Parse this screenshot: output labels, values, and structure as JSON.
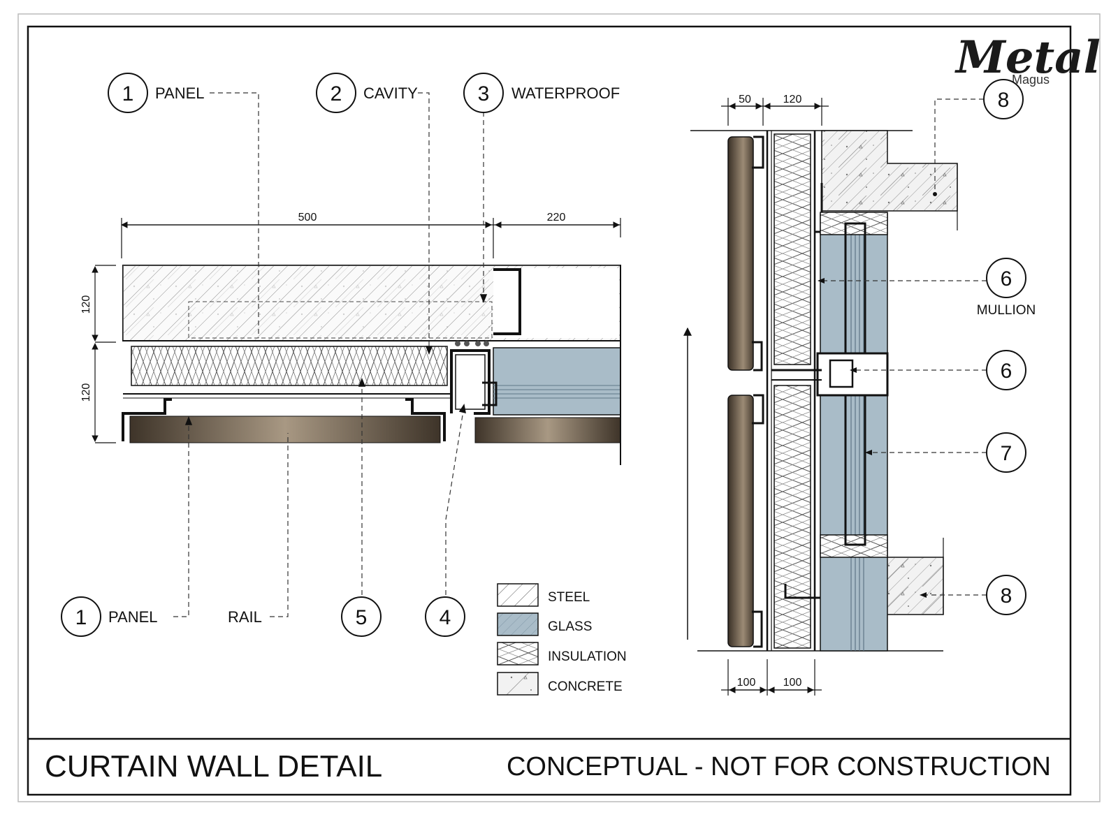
{
  "brand": {
    "name": "Metal",
    "sub": "Magus"
  },
  "title_block": {
    "title": "CURTAIN WALL DETAIL",
    "note": "CONCEPTUAL - NOT FOR CONSTRUCTION"
  },
  "callouts": {
    "c1_top": {
      "num": "1",
      "label": "PANEL"
    },
    "c2_top": {
      "num": "2",
      "label": "CAVITY"
    },
    "c3_top": {
      "num": "3",
      "label": "WATERPROOF"
    },
    "c1_bottom": {
      "num": "1",
      "label": "PANEL"
    },
    "rail": {
      "label": "RAIL"
    },
    "c5": {
      "num": "5"
    },
    "c4": {
      "num": "4"
    },
    "c8_top": {
      "num": "8"
    },
    "c6_mullion": {
      "num": "6",
      "label": "MULLION"
    },
    "c6": {
      "num": "6"
    },
    "c7": {
      "num": "7"
    },
    "c8_bottom": {
      "num": "8"
    }
  },
  "dimensions": {
    "plan_width": "500",
    "plan_right": "220",
    "plan_top_h": "120",
    "plan_bottom_h": "120",
    "sec_top_a": "50",
    "sec_top_b": "120",
    "sec_bot_a": "100",
    "sec_bot_b": "100"
  },
  "legend": [
    {
      "label": "STEEL",
      "pattern": "steel"
    },
    {
      "label": "GLASS",
      "pattern": "glass"
    },
    {
      "label": "INSULATION",
      "pattern": "insulation"
    },
    {
      "label": "CONCRETE",
      "pattern": "concrete"
    }
  ],
  "colors": {
    "glass": "#a9bcc8",
    "panel_dark": "#4a3f33",
    "panel_light": "#a89883",
    "line": "#111111"
  }
}
